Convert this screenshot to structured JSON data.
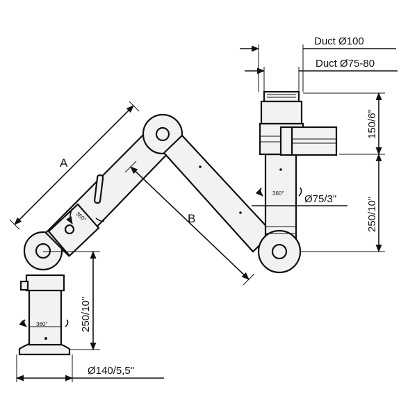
{
  "labels": {
    "duct_100": "Duct Ø100",
    "duct_75_80": "Duct Ø75-80",
    "dim_150": "150/6\"",
    "dim_250_right": "250/10\"",
    "dim_250_left": "250/10\"",
    "dim_diameter_75": "Ø75/3\"",
    "dim_diameter_140": "Ø140/5,5\"",
    "length_a": "A",
    "length_b": "B",
    "rot_base": "360°",
    "rot_arm": "360°",
    "rot_vertical": "360°"
  }
}
